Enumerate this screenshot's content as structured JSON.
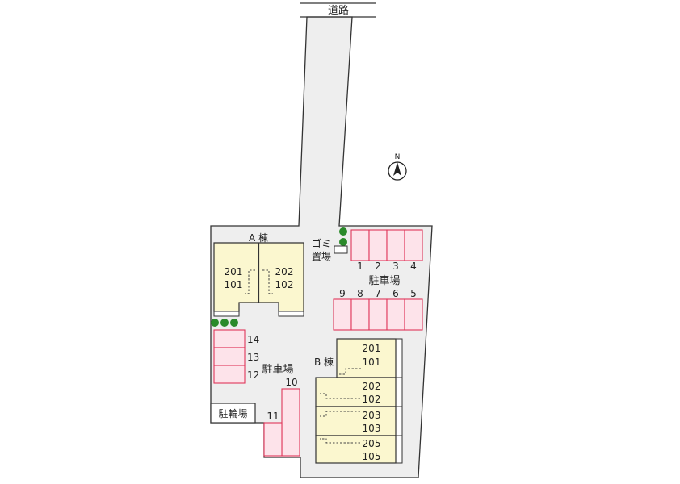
{
  "road": {
    "label": "道路"
  },
  "compass": {
    "label": "N"
  },
  "building_a": {
    "name": "A 棟",
    "units_left": [
      "201",
      "101"
    ],
    "units_right": [
      "202",
      "102"
    ]
  },
  "building_b": {
    "name": "B 棟",
    "units": [
      [
        "201",
        "101"
      ],
      [
        "202",
        "102"
      ],
      [
        "203",
        "103"
      ],
      [
        "205",
        "105"
      ]
    ]
  },
  "garbage": {
    "line1": "ゴミ",
    "line2": "置場"
  },
  "parking_top": {
    "label": "駐車場",
    "row1": [
      "1",
      "2",
      "3",
      "4"
    ],
    "row2": [
      "9",
      "8",
      "7",
      "6",
      "5"
    ]
  },
  "parking_left": {
    "label": "駐車場",
    "spaces": [
      "14",
      "13",
      "12"
    ]
  },
  "parking_bottom": {
    "spaces": [
      "10",
      "11"
    ]
  },
  "bike_parking": {
    "label": "駐輪場"
  },
  "colors": {
    "lot": "#eeeeee",
    "building": "#fbf7cf",
    "parking_fill": "#fde3ea",
    "parking_stroke": "#e0365a",
    "tree": "#2a8a2a"
  }
}
